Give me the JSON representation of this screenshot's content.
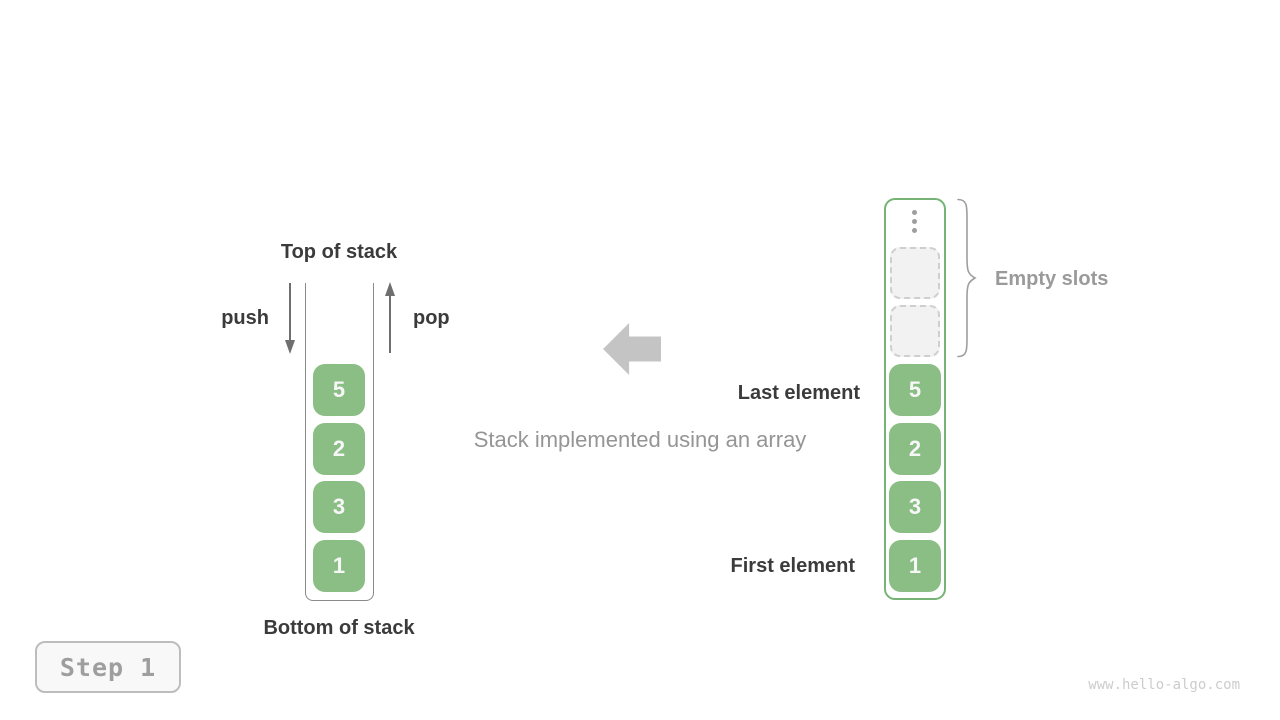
{
  "palette": {
    "cell_green": "#8abe84",
    "container_green_border": "#76b376",
    "dark_text": "#3b3b3b",
    "gray_text": "#9a9a9a",
    "block_arrow_gray": "#c4c4c4",
    "empty_slot_bg": "#f2f2f2",
    "empty_slot_border": "#cfcfcf",
    "badge_bg": "#f8f8f8",
    "badge_border": "#bdbdbd",
    "watermark_gray": "#cccccc"
  },
  "left_stack": {
    "top_label": "Top of stack",
    "bottom_label": "Bottom of stack",
    "push_label": "push",
    "pop_label": "pop",
    "push_icon": "arrow-down-icon",
    "pop_icon": "arrow-up-icon",
    "cells": [
      "5",
      "2",
      "3",
      "1"
    ]
  },
  "center": {
    "arrow_icon": "block-arrow-left-icon",
    "caption": "Stack implemented using an array"
  },
  "right_array": {
    "ellipsis_icon": "vertical-ellipsis-icon",
    "brace_icon": "curly-brace-icon",
    "empty_slots_label": "Empty slots",
    "empty_slots_count": 2,
    "last_element_label": "Last element",
    "first_element_label": "First element",
    "cells": [
      "5",
      "2",
      "3",
      "1"
    ]
  },
  "footer": {
    "step_label": "Step 1",
    "watermark": "www.hello-algo.com"
  }
}
